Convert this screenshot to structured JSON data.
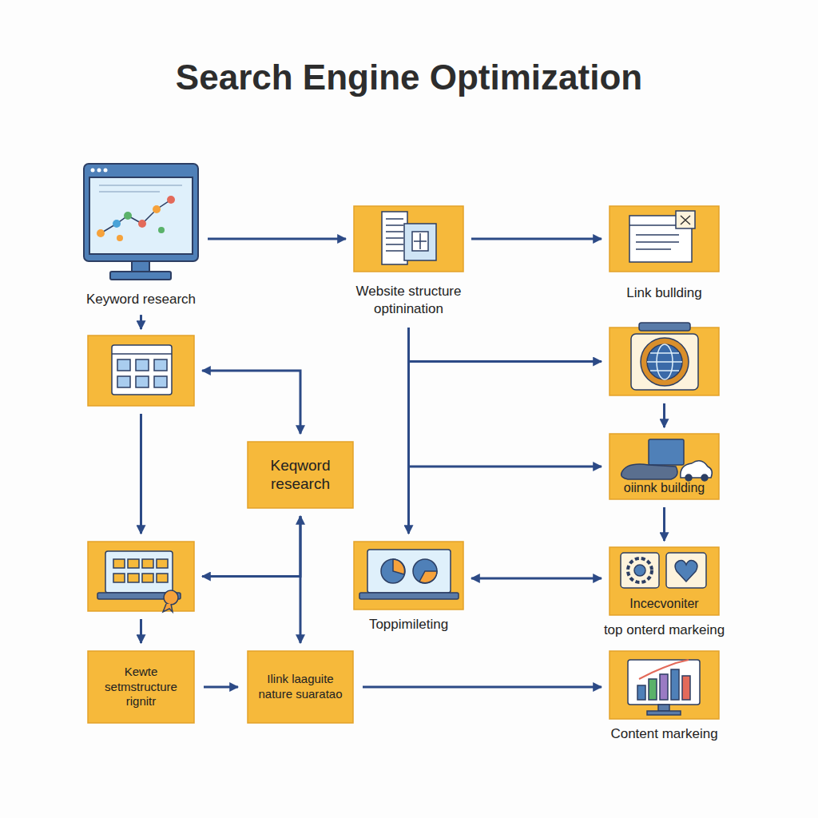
{
  "diagram": {
    "title": "Search Engine Optimization",
    "nodes": [
      {
        "text": [
          "Keyword research"
        ]
      },
      {
        "text": [
          "Website structure optinination"
        ]
      },
      {
        "text": [
          "Link bullding"
        ]
      },
      {
        "text": []
      },
      {
        "text": []
      },
      {
        "text": [
          "Keqword research"
        ]
      },
      {
        "text": [
          "oiinnk building"
        ]
      },
      {
        "text": []
      },
      {
        "text": [
          "Toppimileting"
        ]
      },
      {
        "text": [
          "Incecvoniter",
          "top onterd markeing"
        ]
      },
      {
        "text": [
          "Kewte setmstructure rignitr"
        ]
      },
      {
        "text": [
          "Ilink laaguite nature suaratao"
        ]
      },
      {
        "text": [
          "Content markeing"
        ]
      }
    ],
    "edges": [
      {
        "from": 0,
        "to": 1,
        "arrow": "to"
      },
      {
        "from": 1,
        "to": 2,
        "arrow": "to"
      },
      {
        "from": 0,
        "to": 3,
        "arrow": "to"
      },
      {
        "from": 3,
        "to": 5,
        "arrow": "both"
      },
      {
        "from": 3,
        "to": 7,
        "arrow": "to"
      },
      {
        "from": 5,
        "to": 11,
        "arrow": "both"
      },
      {
        "from": 5,
        "to": 7,
        "arrow": "to"
      },
      {
        "from": 7,
        "to": 10,
        "arrow": "to"
      },
      {
        "from": 10,
        "to": 11,
        "arrow": "to"
      },
      {
        "from": 11,
        "to": 12,
        "arrow": "to"
      },
      {
        "from": 1,
        "to": 8,
        "arrow": "to"
      },
      {
        "from": 1,
        "to": 4,
        "arrow": "to"
      },
      {
        "from": 1,
        "to": 6,
        "arrow": "to"
      },
      {
        "from": 4,
        "to": 6,
        "arrow": "to"
      },
      {
        "from": 6,
        "to": 9,
        "arrow": "to"
      },
      {
        "from": 8,
        "to": 9,
        "arrow": "both"
      }
    ]
  }
}
